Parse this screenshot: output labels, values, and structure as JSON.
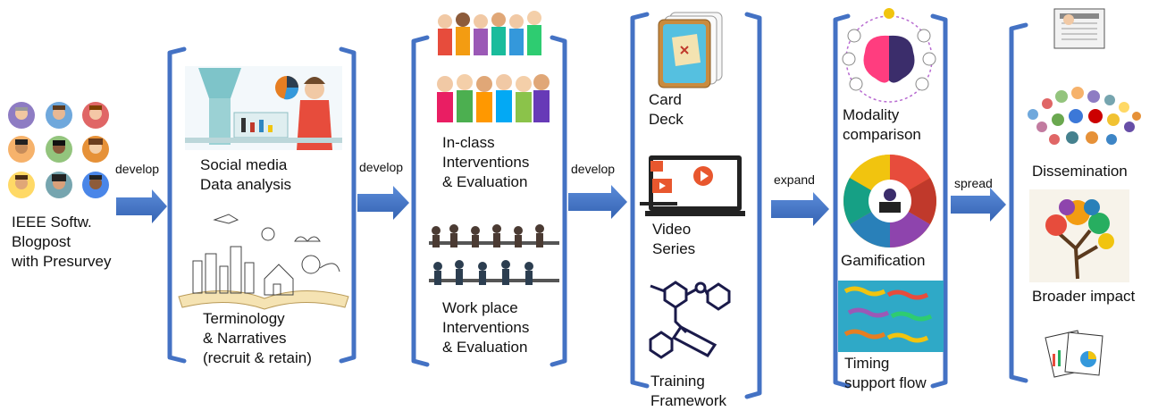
{
  "stage0": {
    "lines": [
      "IEEE Softw.",
      "Blogpost",
      "with Presurvey"
    ]
  },
  "arrow1": {
    "label": "develop"
  },
  "stage1": {
    "item1": {
      "lines": [
        "Social media",
        "Data analysis"
      ]
    },
    "item2": {
      "lines": [
        "Terminology",
        "& Narratives",
        "(recruit & retain)"
      ]
    }
  },
  "arrow2": {
    "label": "develop"
  },
  "stage2": {
    "item1": {
      "lines": [
        "In-class",
        "Interventions",
        "& Evaluation"
      ]
    },
    "item2": {
      "lines": [
        "Work place",
        "Interventions",
        "& Evaluation"
      ]
    }
  },
  "arrow3": {
    "label": "develop"
  },
  "stage3": {
    "item1": {
      "lines": [
        "Card",
        "Deck"
      ]
    },
    "item2": {
      "lines": [
        "Video",
        "Series"
      ]
    },
    "item3": {
      "lines": [
        "Training",
        "Framework"
      ]
    }
  },
  "arrow4": {
    "label": "expand"
  },
  "stage4": {
    "item1": {
      "lines": [
        "Modality",
        "comparison"
      ]
    },
    "item2": {
      "lines": [
        "Gamification"
      ]
    },
    "item3": {
      "lines": [
        "Timing",
        "support flow"
      ]
    }
  },
  "arrow5": {
    "label": "spread"
  },
  "stage5": {
    "item1": {
      "lines": [
        "Dissemination"
      ]
    },
    "item2": {
      "lines": [
        "Broader impact"
      ]
    }
  },
  "colors": {
    "bracket": "#4472C4",
    "arrow": "#4472C4"
  }
}
